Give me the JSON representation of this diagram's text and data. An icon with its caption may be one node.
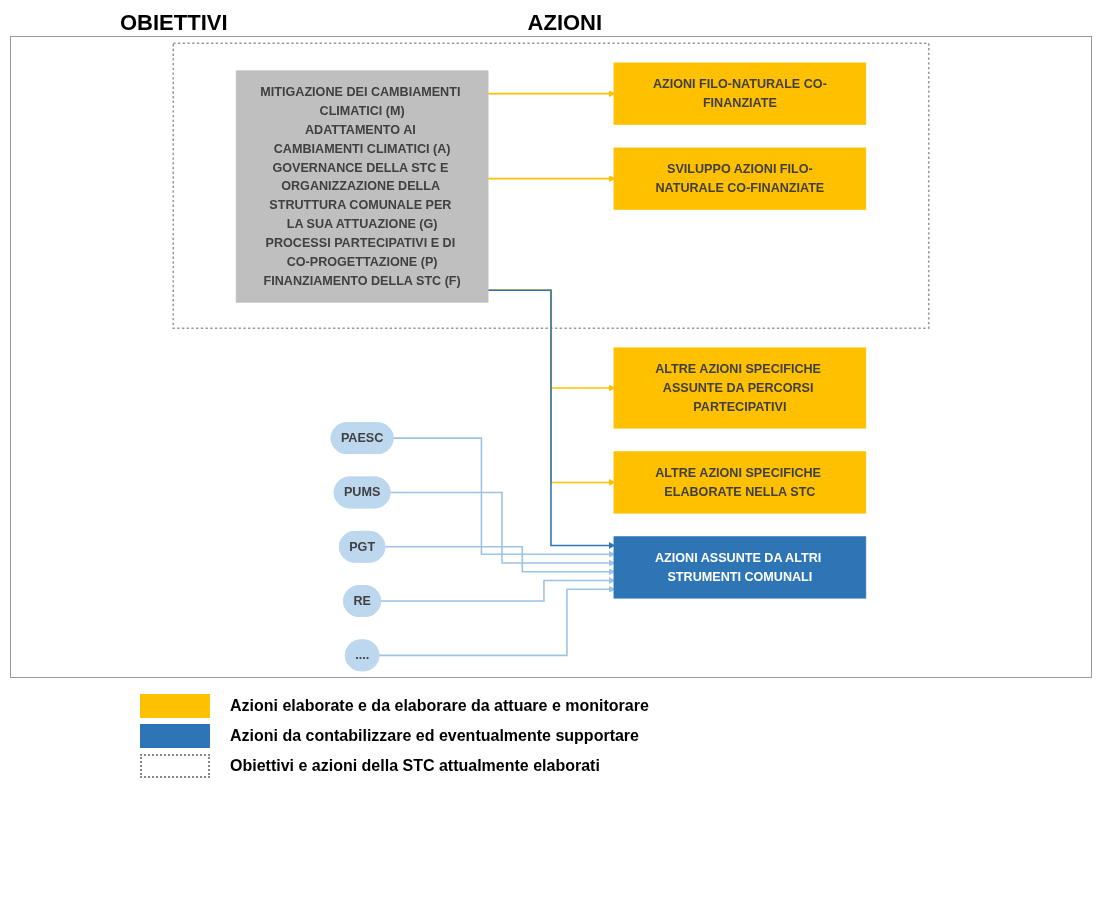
{
  "diagram": {
    "nodes": [
      {
        "text": [],
        "shape": "box"
      },
      {
        "text": [
          "MITIGAZIONE DEI CAMBIAMENTI CLIMATICI (M)",
          "ADATTAMENTO AI CAMBIAMENTI CLIMATICI (A)",
          "GOVERNANCE DELLA STC E ORGANIZZAZIONE DELLA STRUTTURA COMUNALE PER LA SUA ATTUAZIONE (G)",
          "PROCESSI PARTECIPATIVI E DI CO-PROGETTAZIONE (P)",
          "FINANZIAMENTO DELLA STC (F)"
        ],
        "in": 0
      },
      {
        "text": [
          "AZIONI FILO-NATURALE CO-FINANZIATE"
        ],
        "in": 0
      },
      {
        "text": [
          "SVILUPPO AZIONI FILO-NATURALE CO-FINANZIATE"
        ],
        "in": 0
      },
      {
        "text": [
          "ALTRE AZIONI SPECIFICHE ASSUNTE DA PERCORSI PARTECIPATIVI"
        ]
      },
      {
        "text": [
          "ALTRE AZIONI SPECIFICHE ELABORATE NELLA STC"
        ]
      },
      {
        "text": [
          "AZIONI ASSUNTE DA ALTRI STRUMENTI COMUNALI"
        ]
      },
      {
        "text": [
          "PAESC"
        ]
      },
      {
        "text": [
          "PUMS"
        ]
      },
      {
        "text": [
          "PGT"
        ]
      },
      {
        "text": [
          "RE"
        ]
      },
      {
        "text": [
          "...."
        ]
      }
    ],
    "edges": [
      {
        "from": 1,
        "to": 2,
        "arrow": "to",
        "color": "#ffc000"
      },
      {
        "from": 1,
        "to": 3,
        "arrow": "to",
        "color": "#ffc000"
      },
      {
        "from": 1,
        "to": 4,
        "arrow": "to",
        "color": "#ffc000"
      },
      {
        "from": 1,
        "to": 5,
        "arrow": "to",
        "color": "#ffc000"
      },
      {
        "from": 1,
        "to": 6,
        "arrow": "to",
        "color": "#2e75b6"
      },
      {
        "from": 7,
        "to": 6,
        "arrow": "to"
      },
      {
        "from": 8,
        "to": 6,
        "arrow": "to"
      },
      {
        "from": 9,
        "to": 6,
        "arrow": "to"
      },
      {
        "from": 10,
        "to": 6,
        "arrow": "to"
      },
      {
        "from": 11,
        "to": 6,
        "arrow": "to"
      }
    ],
    "labels": [
      "OBIETTIVI",
      "AZIONI"
    ],
    "legend": [
      {
        "text": "Azioni elaborate e da elaborare da attuare e monitorare",
        "color": "#ffc000"
      },
      {
        "text": "Azioni da contabilizzare ed eventualmente supportare",
        "color": "#2e75b6"
      },
      {
        "text": "Obiettivi e azioni della STC attualmente elaborati"
      }
    ]
  }
}
